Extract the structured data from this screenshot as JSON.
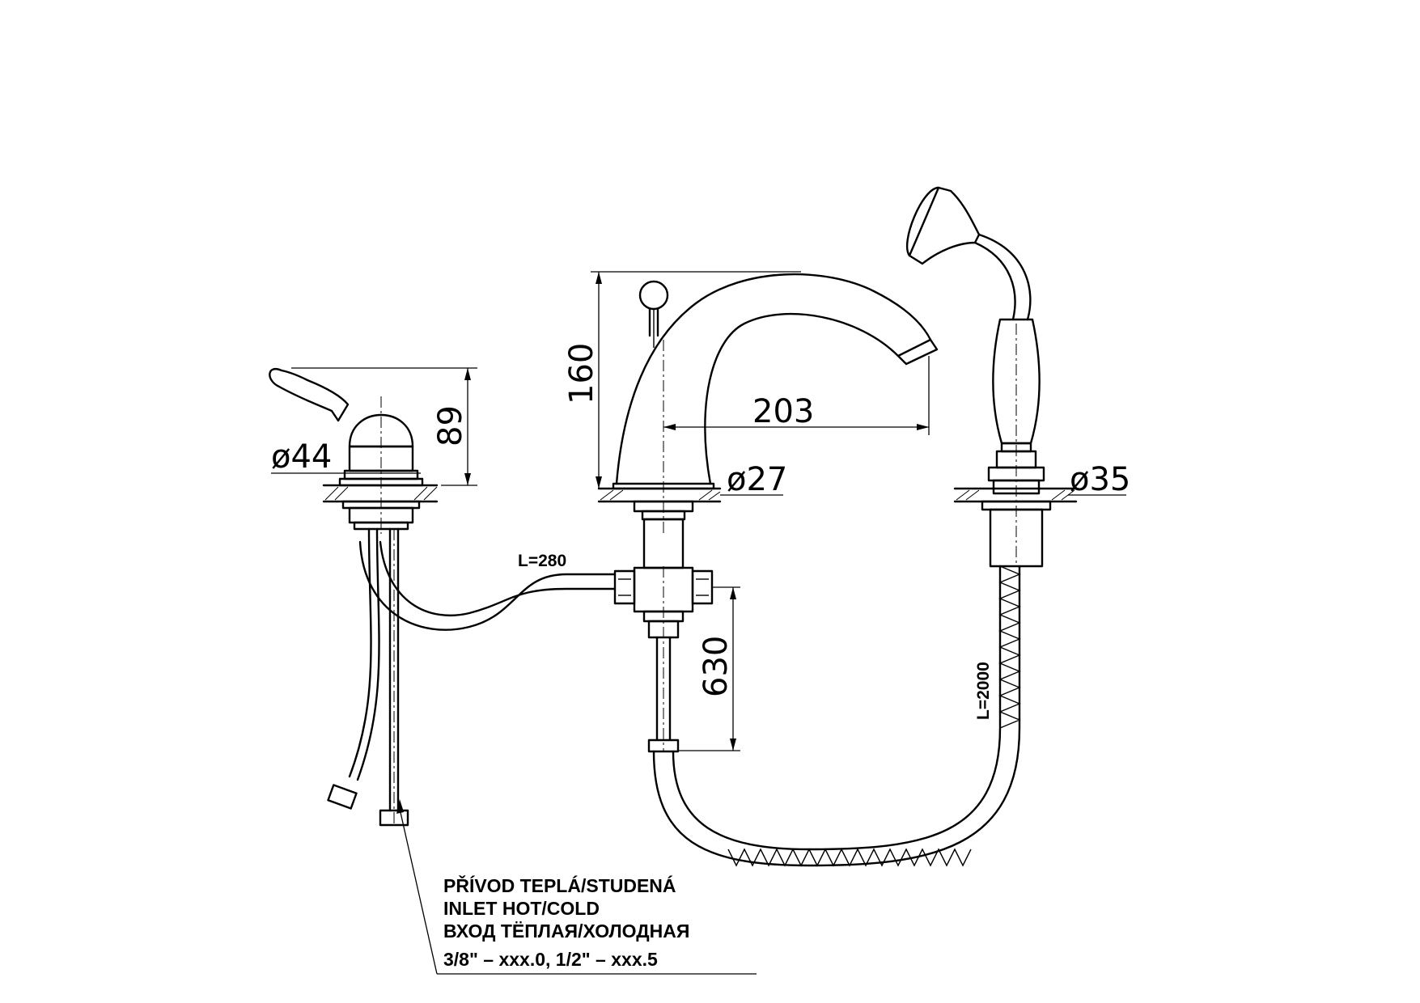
{
  "dimensions": {
    "lever_height": "89",
    "lever_diameter": "ø44",
    "spout_height": "160",
    "spout_reach": "203",
    "spout_diameter": "ø27",
    "shower_diameter": "ø35",
    "diverter_drop": "630"
  },
  "hose_labels": {
    "supply": "L=280",
    "shower": "L=2000"
  },
  "inlet_note": {
    "line_cz": "PŘÍVOD TEPLÁ/STUDENÁ",
    "line_en": "INLET HOT/COLD",
    "line_ru": "ВХОД ТЁПЛАЯ/ХОЛОДНАЯ",
    "line_thread": "3/8\" – xxx.0, 1/2\" – xxx.5"
  }
}
